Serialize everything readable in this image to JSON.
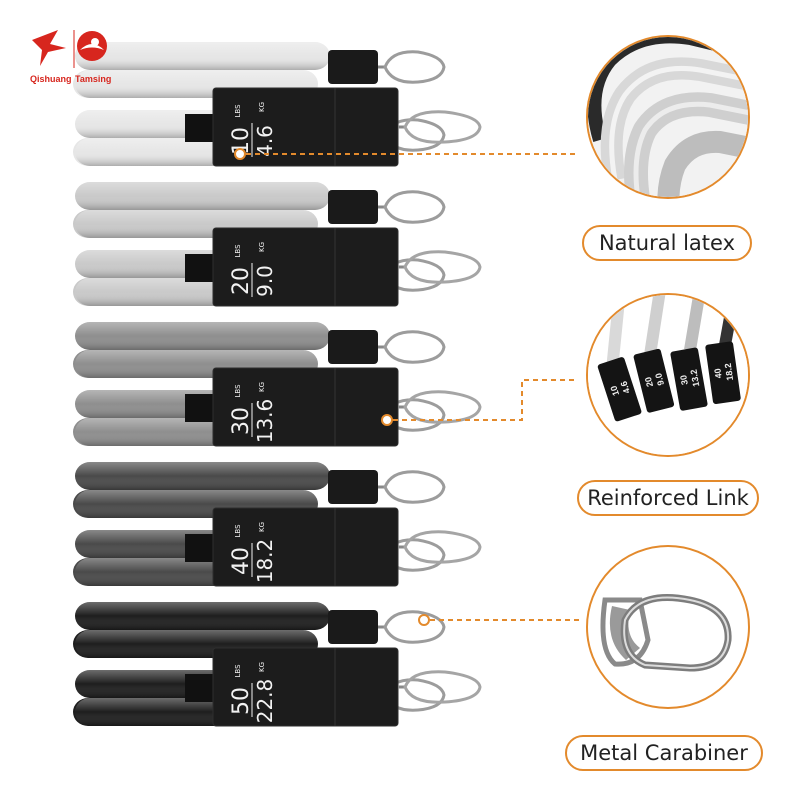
{
  "brand": {
    "name_left": "Qishuang",
    "name_right": "Tamsing",
    "color_red": "#d7261e"
  },
  "accent_color": "#e38a2c",
  "bands": [
    {
      "lbs": "10",
      "lbs_unit": "LBS",
      "kg": "4.6",
      "kg_unit": "KG",
      "color": "#e6e6e6"
    },
    {
      "lbs": "20",
      "lbs_unit": "LBS",
      "kg": "9.0",
      "kg_unit": "KG",
      "color": "#c9c9c9"
    },
    {
      "lbs": "30",
      "lbs_unit": "LBS",
      "kg": "13.6",
      "kg_unit": "KG",
      "color": "#8e8e8e"
    },
    {
      "lbs": "40",
      "lbs_unit": "LBS",
      "kg": "18.2",
      "kg_unit": "KG",
      "color": "#4a4a4a"
    },
    {
      "lbs": "50",
      "lbs_unit": "LBS",
      "kg": "22.8",
      "kg_unit": "KG",
      "color": "#1e1e1e"
    }
  ],
  "features": [
    {
      "label": "Natural latex",
      "icon": "latex-closeup-icon"
    },
    {
      "label": "Reinforced Link",
      "icon": "reinforced-link-closeup-icon"
    },
    {
      "label": "Metal Carabiner",
      "icon": "carabiner-closeup-icon"
    }
  ],
  "closeup_tags": [
    {
      "lbs": "10",
      "kg": "4.6"
    },
    {
      "lbs": "20",
      "kg": "9.0"
    },
    {
      "lbs": "30",
      "kg": "13.2"
    },
    {
      "lbs": "40",
      "kg": "18.2"
    }
  ]
}
